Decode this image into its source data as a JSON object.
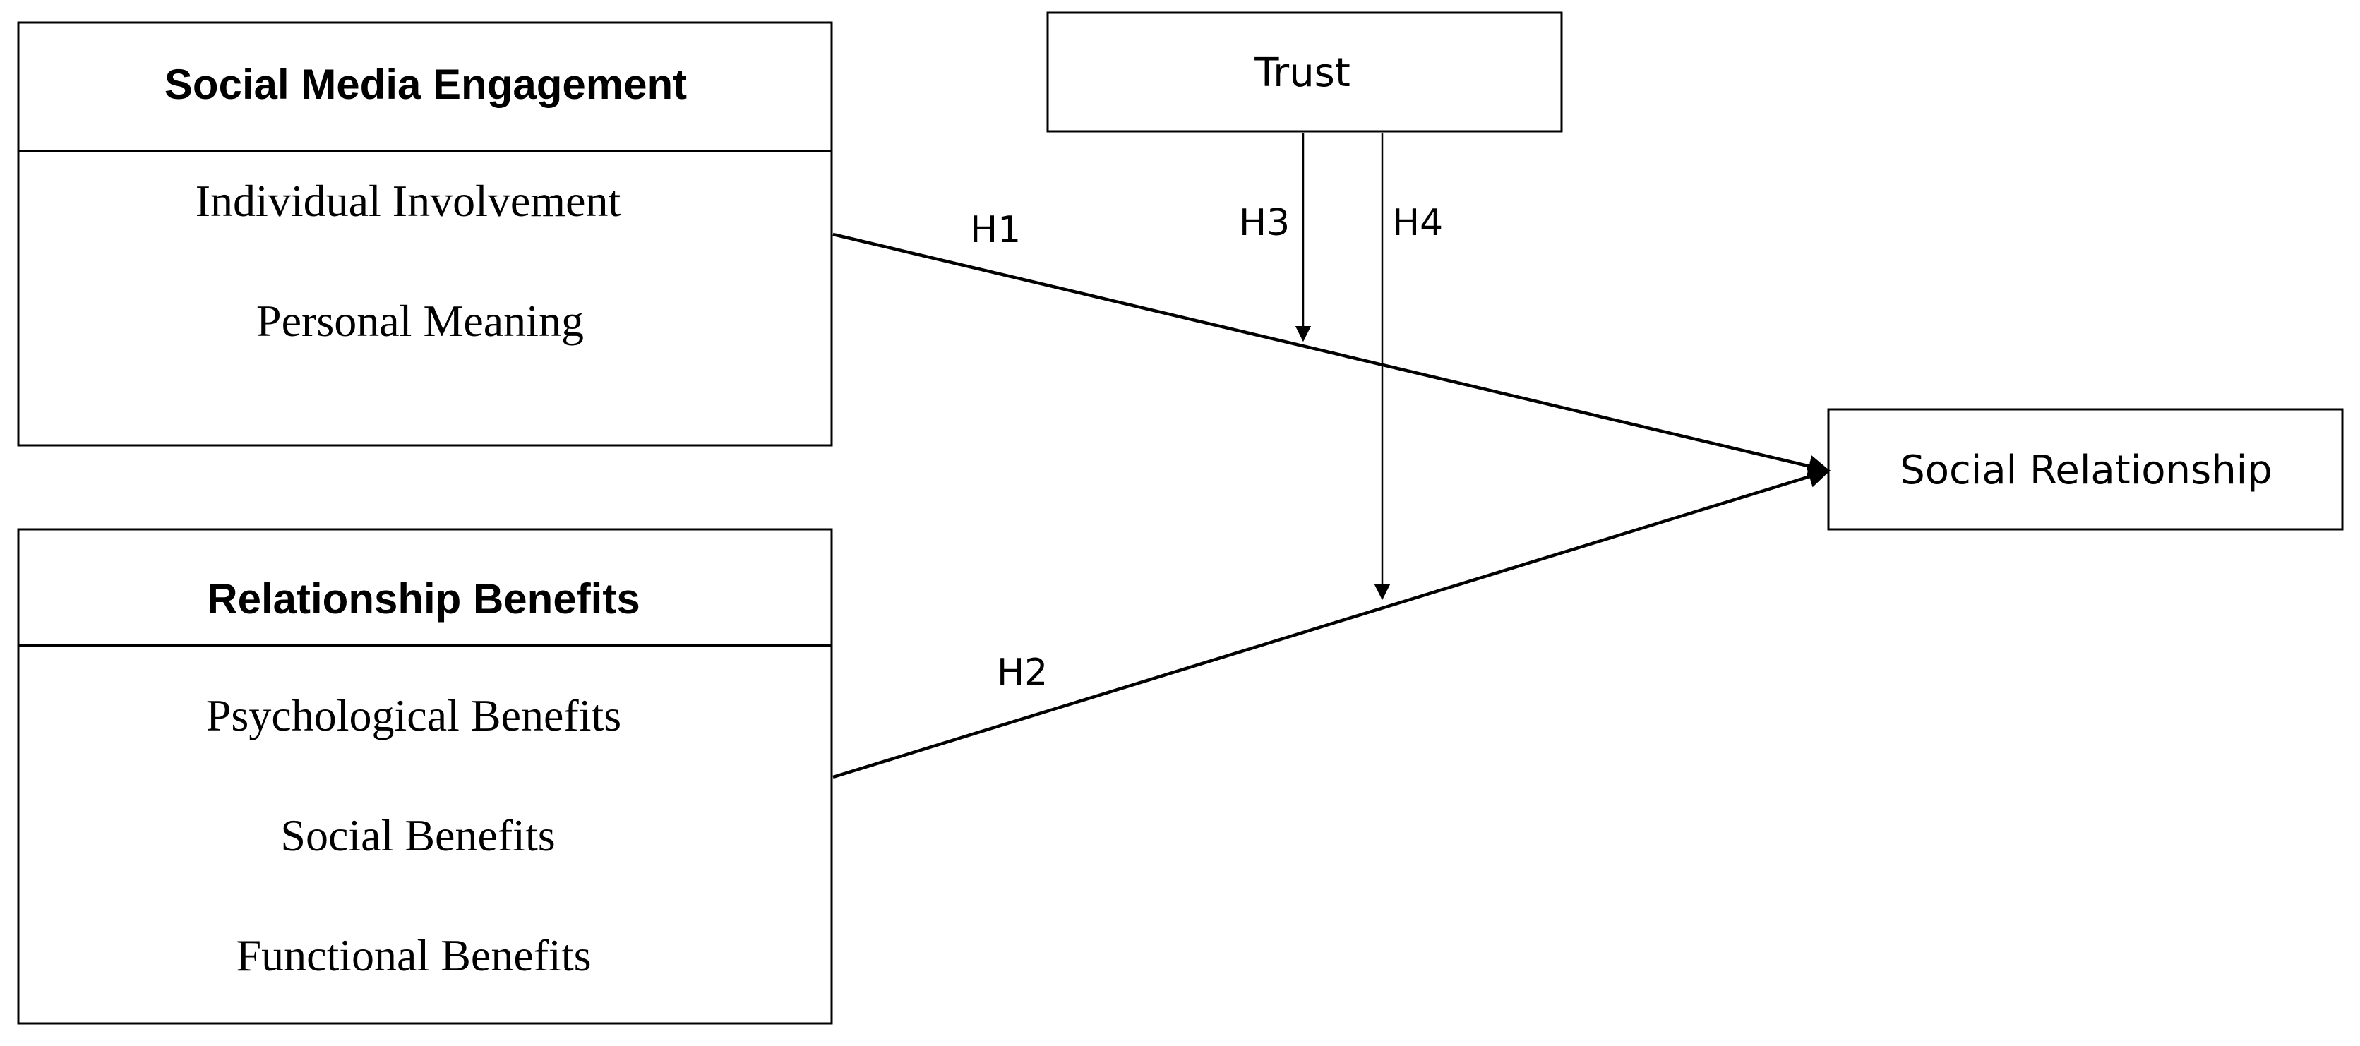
{
  "nodes": {
    "engagement": {
      "header": "Social Media Engagement",
      "items": [
        "Individual Involvement",
        "Personal Meaning"
      ]
    },
    "benefits": {
      "header": "Relationship Benefits",
      "items": [
        "Psychological Benefits",
        "Social Benefits",
        "Functional Benefits"
      ]
    },
    "trust": {
      "label": "Trust"
    },
    "relationship": {
      "label": "Social Relationship"
    }
  },
  "paths": {
    "h1": {
      "label": "H1"
    },
    "h2": {
      "label": "H2"
    },
    "h3": {
      "label": "H3"
    },
    "h4": {
      "label": "H4"
    }
  }
}
